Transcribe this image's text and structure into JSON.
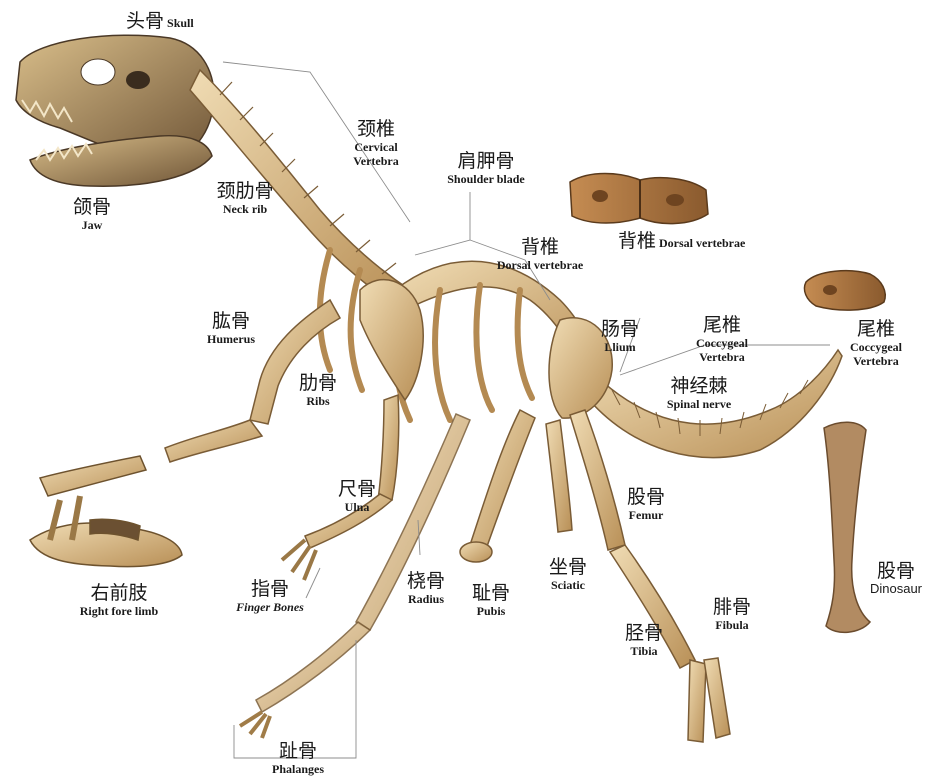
{
  "labels": {
    "skull": {
      "zh": "头骨",
      "en": "Skull"
    },
    "jaw": {
      "zh": "颌骨",
      "en": "Jaw"
    },
    "cervical": {
      "zh": "颈椎",
      "en1": "Cervical",
      "en2": "Vertebra"
    },
    "neck_rib": {
      "zh": "颈肋骨",
      "en": "Neck rib"
    },
    "shoulder": {
      "zh": "肩胛骨",
      "en": "Shoulder blade"
    },
    "dorsal": {
      "zh": "背椎",
      "en": "Dorsal vertebrae"
    },
    "dorsal_specimen": {
      "zh": "背椎",
      "en": "Dorsal vertebrae"
    },
    "humerus": {
      "zh": "肱骨",
      "en": "Humerus"
    },
    "ilium": {
      "zh": "肠骨",
      "en": "Llium"
    },
    "coccygeal": {
      "zh": "尾椎",
      "en1": "Coccygeal",
      "en2": "Vertebra"
    },
    "coccygeal_specimen": {
      "zh": "尾椎",
      "en1": "Coccygeal",
      "en2": "Vertebra"
    },
    "spinal": {
      "zh": "神经棘",
      "en": "Spinal nerve"
    },
    "ribs": {
      "zh": "肋骨",
      "en": "Ribs"
    },
    "ulna": {
      "zh": "尺骨",
      "en": "Ulna"
    },
    "femur": {
      "zh": "股骨",
      "en": "Femur"
    },
    "femur_specimen": {
      "zh": "股骨",
      "en": "Dinosaur"
    },
    "right_fore_limb": {
      "zh": "右前肢",
      "en": "Right fore limb"
    },
    "finger": {
      "zh": "指骨",
      "en": "Finger Bones"
    },
    "radius": {
      "zh": "桡骨",
      "en": "Radius"
    },
    "pubis": {
      "zh": "耻骨",
      "en": "Pubis"
    },
    "sciatic": {
      "zh": "坐骨",
      "en": "Sciatic"
    },
    "fibula": {
      "zh": "腓骨",
      "en": "Fibula"
    },
    "tibia": {
      "zh": "胫骨",
      "en": "Tibia"
    },
    "phalanges": {
      "zh": "趾骨",
      "en": "Phalanges"
    }
  },
  "colors": {
    "bone_light": "#e8cfa2",
    "bone_mid": "#c9a56c",
    "bone_dark": "#8a6a3e",
    "skull_dark": "#5a4630",
    "fossil_brown": "#a8733f",
    "leader_line": "#8c8c8c"
  }
}
